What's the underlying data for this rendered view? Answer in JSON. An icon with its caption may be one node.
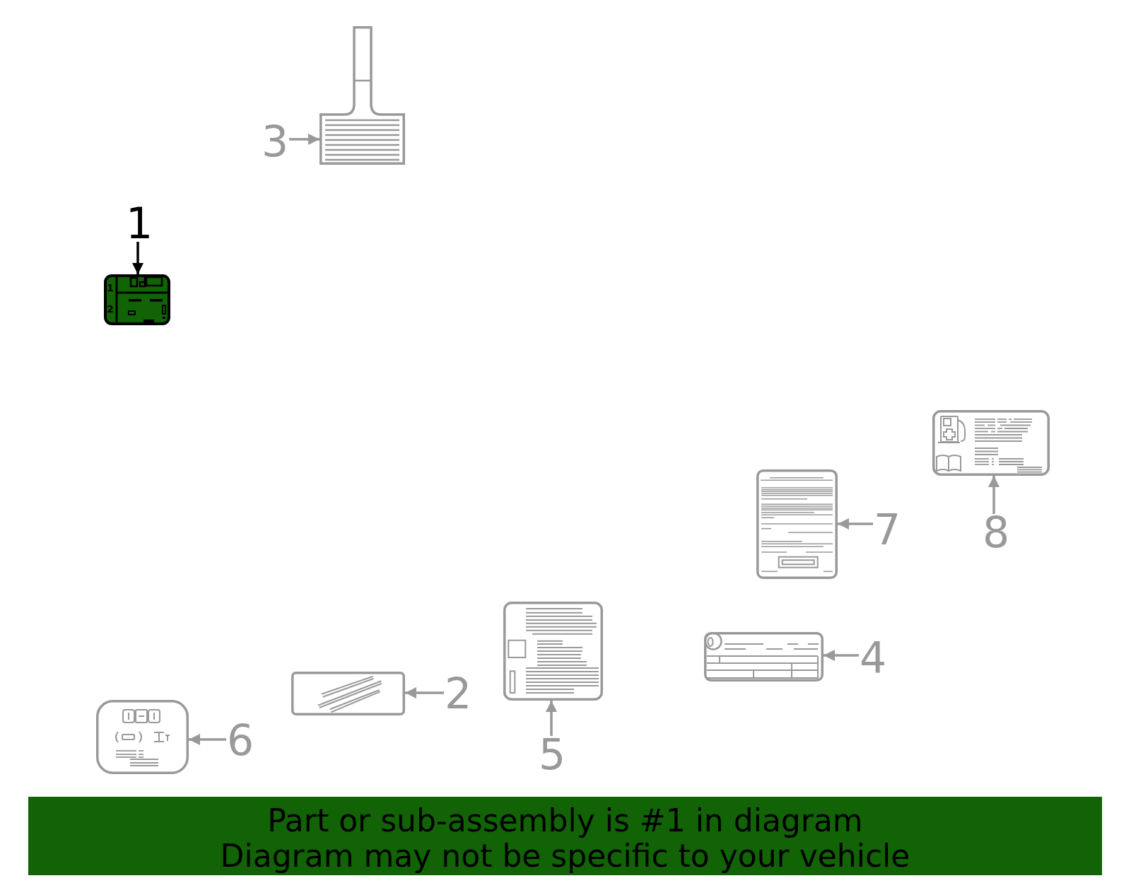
{
  "diagram": {
    "nodes": [
      {
        "text": [
          "1"
        ]
      },
      {
        "text": [],
        "shape": "picture"
      },
      {
        "text": [
          "2"
        ]
      },
      {
        "text": [],
        "shape": "picture"
      },
      {
        "text": [
          "3"
        ]
      },
      {
        "text": [],
        "shape": "picture"
      },
      {
        "text": [
          "4"
        ]
      },
      {
        "text": [],
        "shape": "picture"
      },
      {
        "text": [
          "5"
        ]
      },
      {
        "text": [],
        "shape": "picture"
      },
      {
        "text": [
          "6"
        ]
      },
      {
        "text": [],
        "shape": "picture"
      },
      {
        "text": [
          "7"
        ]
      },
      {
        "text": [],
        "shape": "picture"
      },
      {
        "text": [
          "8"
        ]
      },
      {
        "text": [],
        "shape": "picture"
      },
      {
        "text": [
          "Part or sub-assembly is #1 in diagram",
          "Diagram may not be specific to your vehicle"
        ]
      }
    ],
    "edges": [
      {
        "from": 0,
        "to": 1,
        "arrow": "to",
        "color": "#000000"
      },
      {
        "from": 2,
        "to": 3,
        "arrow": "to"
      },
      {
        "from": 4,
        "to": 5,
        "arrow": "to"
      },
      {
        "from": 6,
        "to": 7,
        "arrow": "to"
      },
      {
        "from": 8,
        "to": 9,
        "arrow": "to"
      },
      {
        "from": 10,
        "to": 11,
        "arrow": "to"
      },
      {
        "from": 12,
        "to": 13,
        "arrow": "to"
      },
      {
        "from": 14,
        "to": 15,
        "arrow": "to"
      }
    ],
    "labels": [
      "1",
      "2"
    ]
  }
}
